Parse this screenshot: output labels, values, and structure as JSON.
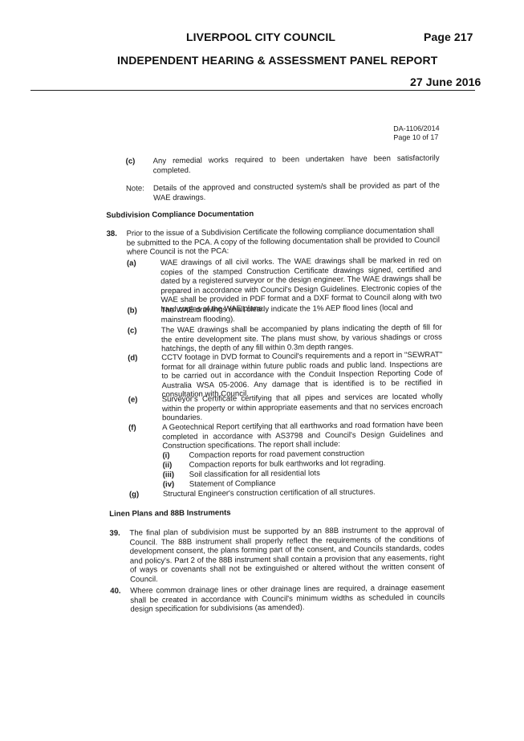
{
  "header": {
    "council": "LIVERPOOL CITY COUNCIL",
    "page": "Page 217",
    "report_title": "INDEPENDENT HEARING & ASSESSMENT PANEL REPORT",
    "date": "27 June 2016"
  },
  "doc_ref": {
    "number": "DA-1106/2014",
    "page": "Page 10 of 17"
  },
  "item_c_top": {
    "label": "(c)",
    "text": "Any remedial works required to been undertaken have been satisfactorily completed."
  },
  "note": {
    "label": "Note:",
    "text": "Details of the approved and constructed system/s shall be provided as part of the WAE drawings."
  },
  "section1": {
    "heading": "Subdivision Compliance Documentation"
  },
  "cond38": {
    "num": "38.",
    "intro": "Prior to the issue of a Subdivision Certificate the following compliance documentation shall be submitted to the PCA. A copy of the following documentation shall be provided to Council where Council is not the PCA:",
    "items": [
      {
        "label": "(a)",
        "text": "WAE drawings of all civil works. The WAE drawings shall be marked in red on copies of the stamped Construction Certificate drawings signed, certified and dated by a registered surveyor or the design engineer.  The WAE drawings shall be prepared in accordance with Council's Design Guidelines. Electronic copies of the WAE shall be provided in PDF format and a DXF format to Council along with two hard copies of the WAE plans."
      },
      {
        "label": "(b)",
        "text": "The WAE drawings shall clearly indicate the 1% AEP flood lines (local and mainstream flooding)."
      },
      {
        "label": "(c)",
        "text": "The WAE drawings shall be accompanied by plans indicating the depth of fill for the entire development site.  The plans must show, by various shadings or cross hatchings, the depth of any fill within 0.3m depth ranges."
      },
      {
        "label": "(d)",
        "text": "CCTV footage in DVD format to Council's requirements and a report in \"SEWRAT\" format for all drainage within future public roads and public land.  Inspections are to be carried out in accordance with the Conduit Inspection Reporting Code of Australia WSA 05-2006.  Any damage that is identified is to be rectified in consultation with Council."
      },
      {
        "label": "(e)",
        "text": "Surveyor's Certificate certifying that all pipes and services are located wholly within the property or within appropriate easements and that no services encroach boundaries."
      },
      {
        "label": "(f)",
        "text": "A Geotechnical Report certifying that all earthworks and road formation have been completed in accordance with AS3798 and Council's Design Guidelines and Construction specifications. The report shall include:"
      },
      {
        "label": "(g)",
        "text": "Structural Engineer's construction certification of all structures."
      }
    ],
    "f_subitems": [
      {
        "label": "(i)",
        "text": "Compaction reports for road pavement construction"
      },
      {
        "label": "(ii)",
        "text": "Compaction reports for bulk earthworks and lot regrading."
      },
      {
        "label": "(iii)",
        "text": "Soil classification for all residential lots"
      },
      {
        "label": "(iv)",
        "text": "Statement of Compliance"
      }
    ]
  },
  "section2": {
    "heading": "Linen Plans and 88B Instruments"
  },
  "cond39": {
    "num": "39.",
    "text": "The final plan of subdivision must be supported by an 88B instrument to the approval of Council.  The 88B instrument shall properly reflect the requirements of the conditions of development consent, the plans forming part of the consent, and Councils standards, codes and policy's.  Part 2 of the 88B instrument shall contain a provision that any easements, right of ways or covenants shall not be extinguished or altered without the written consent of Council."
  },
  "cond40": {
    "num": "40.",
    "text": "Where common drainage lines or other drainage lines are required, a drainage easement shall be created in accordance with Council's minimum widths as scheduled in councils design specification for subdivisions (as amended)."
  }
}
